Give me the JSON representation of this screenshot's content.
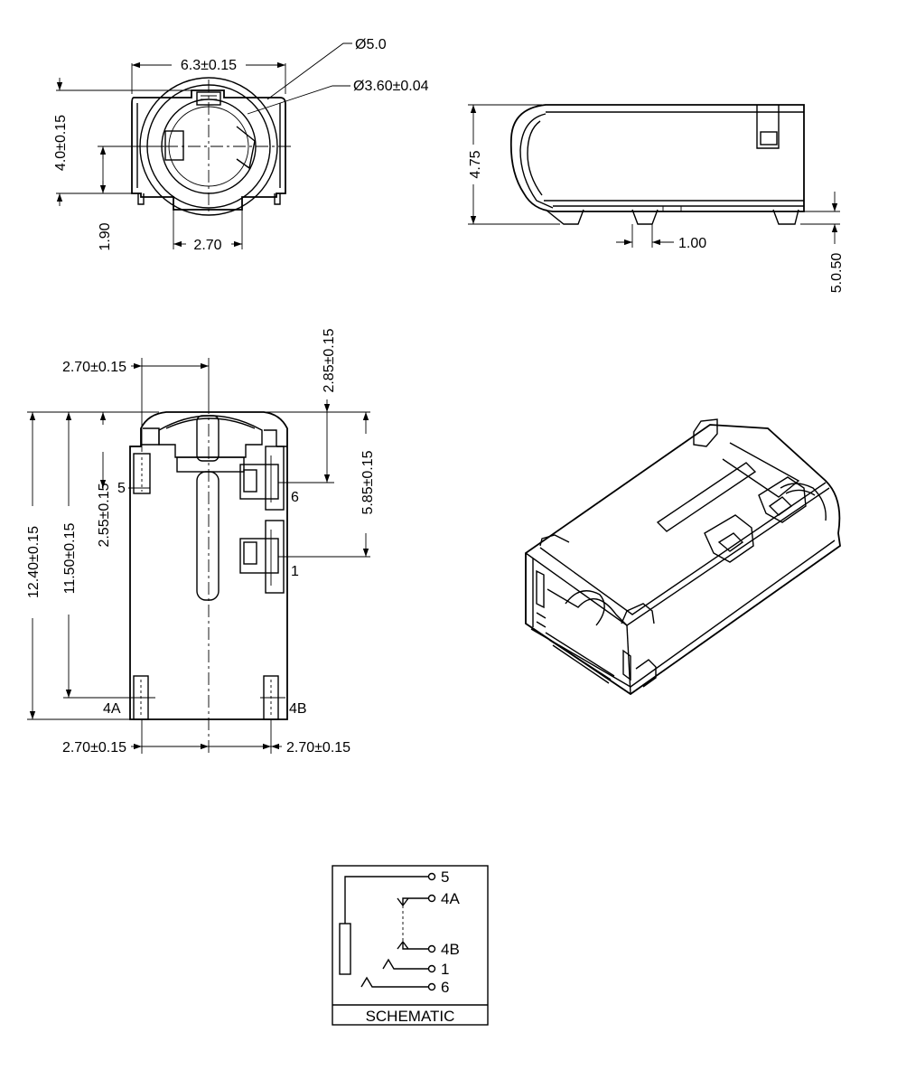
{
  "front_view": {
    "dim_width": "6.3±0.15",
    "dim_outer_dia": "Ø5.0",
    "dim_inner_dia": "Ø3.60±0.04",
    "dim_height": "4.0±0.15",
    "dim_base": "1.90",
    "dim_foot": "2.70"
  },
  "side_view": {
    "dim_height": "4.75",
    "dim_pitch": "1.00",
    "dim_standoff": "5.0.50"
  },
  "top_view": {
    "dim_top_offset": "2.70±0.15",
    "dim_pin6_offset": "2.85±0.15",
    "dim_pin1_offset": "5.85±0.15",
    "dim_total_length": "12.40±0.15",
    "dim_body_length": "11.50±0.15",
    "dim_pin5_offset": "2.55±0.15",
    "dim_bottom_left": "2.70±0.15",
    "dim_bottom_right": "2.70±0.15",
    "pin_5": "5",
    "pin_6": "6",
    "pin_1": "1",
    "pin_4a": "4A",
    "pin_4b": "4B"
  },
  "schematic": {
    "pin_5": "5",
    "pin_4a": "4A",
    "pin_4b": "4B",
    "pin_1": "1",
    "pin_6": "6",
    "title": "SCHEMATIC"
  }
}
